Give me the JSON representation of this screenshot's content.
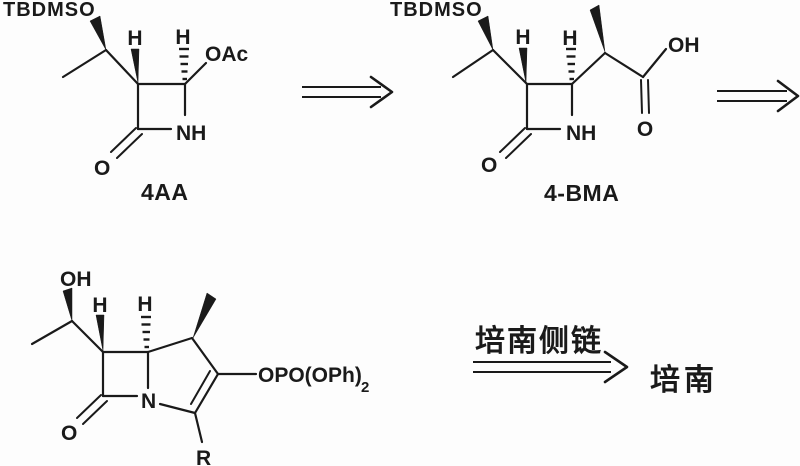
{
  "canvas": {
    "background": "#fdfdfd",
    "ink": "#1a1a1a"
  },
  "structures": {
    "s4aa": {
      "label": "4AA",
      "tbdmso": "TBDMSO",
      "h_c3": "H",
      "h_c4": "H",
      "oac": "OAc",
      "nh": "NH",
      "lactam_o": "O"
    },
    "s4bma": {
      "label": "4-BMA",
      "tbdmso": "TBDMSO",
      "h_c3": "H",
      "h_c4": "H",
      "acid_oh": "OH",
      "acid_o": "O",
      "nh": "NH",
      "lactam_o": "O"
    },
    "carbapenem": {
      "hydroxyl": "OH",
      "h_c6": "H",
      "h_c5": "H",
      "n": "N",
      "lactam_o": "O",
      "phosphate": "OPO(OPh)",
      "phosphate_sub": "2",
      "r": "R"
    }
  },
  "annotations": {
    "side_chain_reagent": "培南侧链",
    "product": "培南"
  }
}
